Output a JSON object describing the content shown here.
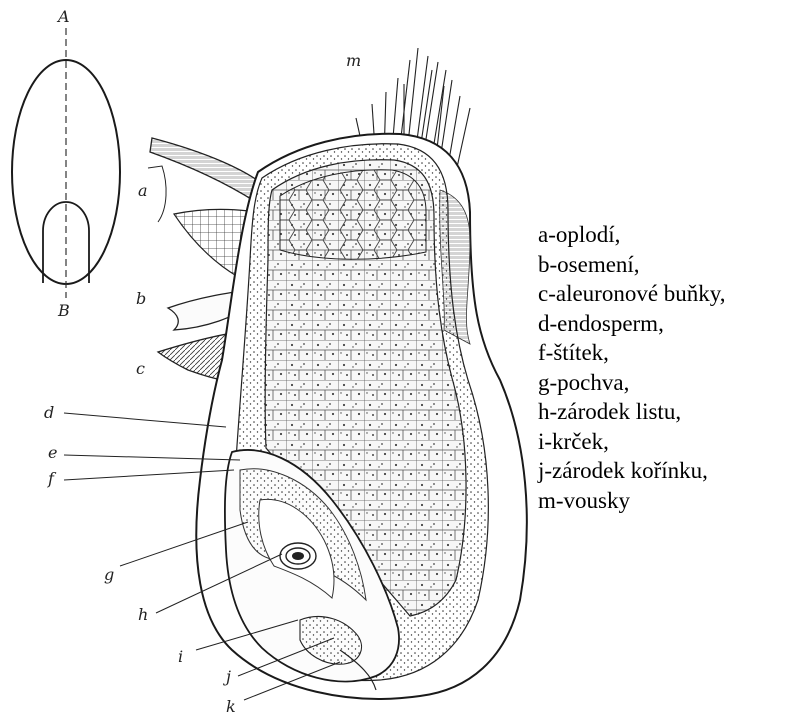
{
  "seed_axis": {
    "top_letter": "A",
    "bottom_letter": "B"
  },
  "callouts": [
    "a",
    "b",
    "c",
    "d",
    "e",
    "f",
    "g",
    "h",
    "i",
    "j",
    "k",
    "m"
  ],
  "legend": [
    "a-oplodí,",
    "b-osemení,",
    "c-aleuronové buňky,",
    "d-endosperm,",
    "f-štítek,",
    "g-pochva,",
    "h-zárodek listu,",
    "i-krček,",
    "j-zárodek kořínku,",
    "m-vousky"
  ]
}
